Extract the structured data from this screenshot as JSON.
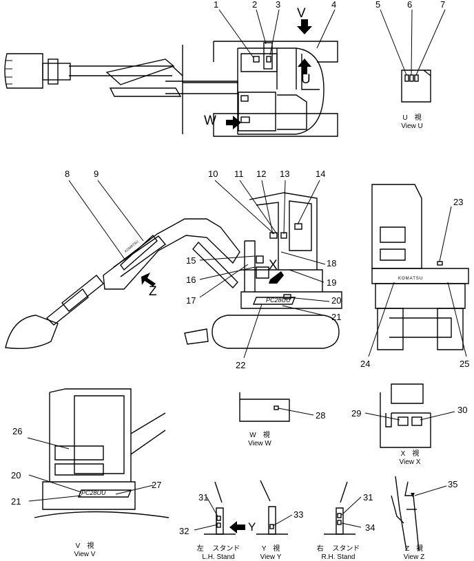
{
  "callouts": [
    "1",
    "2",
    "3",
    "4",
    "5",
    "6",
    "7",
    "8",
    "9",
    "10",
    "11",
    "12",
    "13",
    "14",
    "15",
    "16",
    "17",
    "18",
    "19",
    "20",
    "21",
    "22",
    "23",
    "24",
    "25",
    "26",
    "27",
    "28",
    "29",
    "30",
    "31",
    "32",
    "33",
    "34",
    "35",
    "20",
    "21",
    "31"
  ],
  "view_letters": {
    "v": "V",
    "u": "U",
    "w": "W",
    "x": "X",
    "z": "Z",
    "y": "Y"
  },
  "views": {
    "u": {
      "jp": "U　視",
      "en": "View U"
    },
    "w": {
      "jp": "W　視",
      "en": "View W"
    },
    "x": {
      "jp": "X　視",
      "en": "View X"
    },
    "v": {
      "jp": "V　視",
      "en": "View V"
    },
    "y": {
      "jp": "Y　視",
      "en": "View Y"
    },
    "z": {
      "jp": "Z　視",
      "en": "View Z"
    },
    "lh": {
      "jp": "左　 スタンド",
      "en": "L.H. Stand"
    },
    "rh": {
      "jp": "右　 スタンド",
      "en": "R.H. Stand"
    }
  },
  "decals": {
    "brand": "KOMATSU",
    "model": "PC28UU"
  }
}
